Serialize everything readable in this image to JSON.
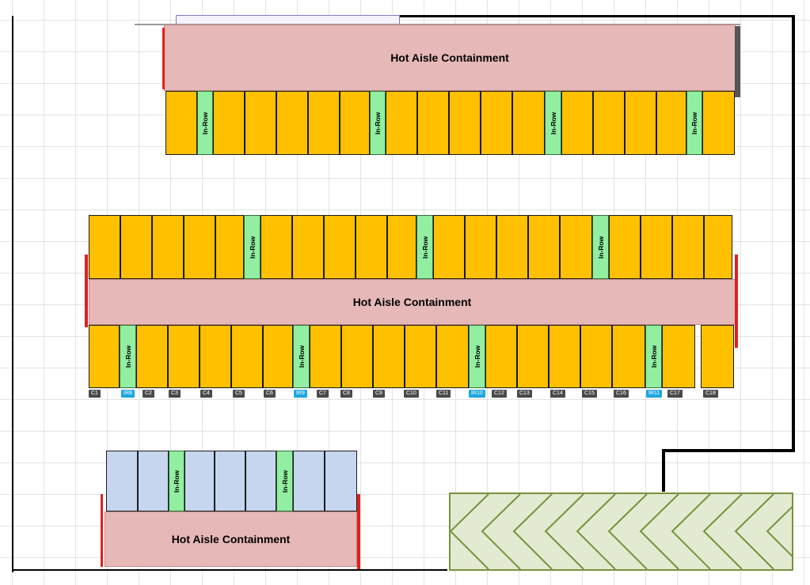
{
  "labels": {
    "hac_top": "Hot Aisle Containment",
    "hac_middle": "Hot Aisle Containment",
    "hac_bottom": "Hot Aisle Containment",
    "in_row": "In-Row"
  },
  "colors": {
    "rack": "#ffc000",
    "rack_blue": "#c5d6ee",
    "in_row_unit": "#92eea0",
    "containment": "#e6b8b7",
    "tag": "#4a4a4a",
    "tag_in_row": "#1ea7e1",
    "hatch_area": "#e3ead2"
  },
  "column_tags": [
    "C1",
    "IR8",
    "C2",
    "C3",
    "C4",
    "C5",
    "C6",
    "IR9",
    "C7",
    "C8",
    "C9",
    "C10",
    "C11",
    "IR10",
    "C12",
    "C13",
    "C14",
    "C15",
    "C16",
    "IR11",
    "C17",
    "C18"
  ]
}
